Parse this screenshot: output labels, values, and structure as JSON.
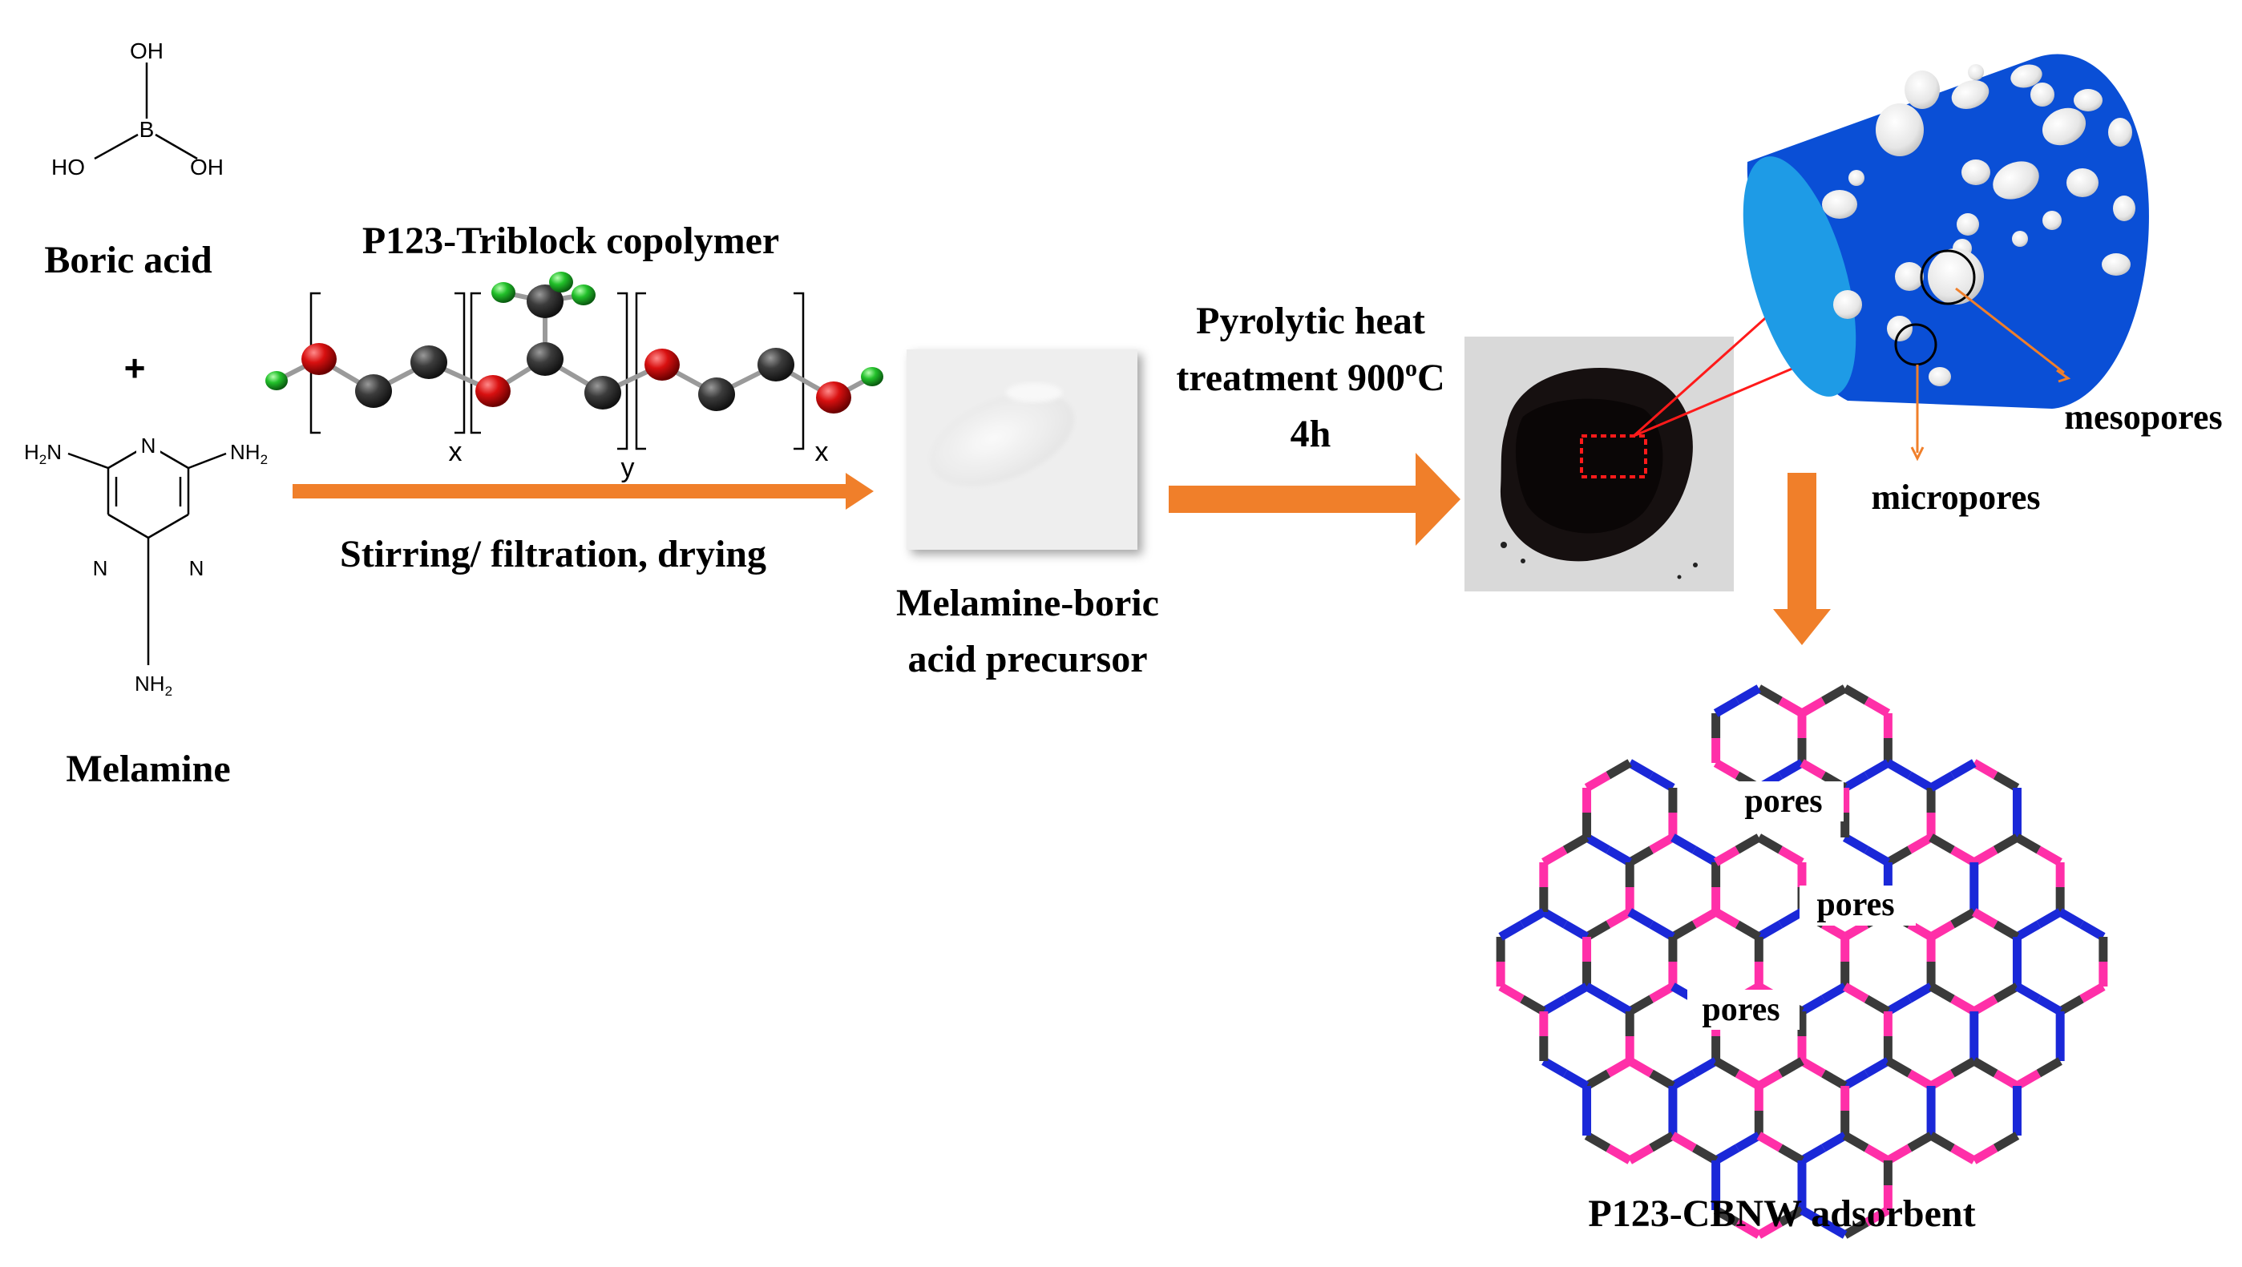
{
  "boric_acid": {
    "oh_top": "OH",
    "b": "B",
    "ho_left": "HO",
    "oh_right": "OH",
    "name": "Boric acid"
  },
  "plus": "+",
  "melamine": {
    "nh2_left_h": "H",
    "nh2_left_2": "2",
    "nh2_left_n": "N",
    "nh2_right": "NH",
    "nh2_right_sub": "2",
    "nh2_bottom": "NH",
    "nh2_bottom_sub": "2",
    "ring_n": "N",
    "name": "Melamine"
  },
  "copolymer": {
    "title": "P123-Triblock copolymer",
    "sub_x1": "x",
    "sub_y": "y",
    "sub_x2": "x"
  },
  "step1": {
    "label": "Stirring/ filtration, drying"
  },
  "precursor": {
    "line1": "Melamine-boric",
    "line2": "acid precursor"
  },
  "step2": {
    "line1": "Pyrolytic heat",
    "line2_prefix": "treatment 900",
    "line2_sup": "o",
    "line2_suffix": "C",
    "line3": "4h"
  },
  "pore_labels": {
    "mesopores": "mesopores",
    "micropores": "micropores"
  },
  "network": {
    "pores": [
      "pores",
      "pores",
      "pores"
    ]
  },
  "product": {
    "label": "P123-CBNW adsorbent"
  },
  "colors": {
    "arrow": "#f07f2a",
    "cylinder": "#0a4fd6",
    "cylinder_face": "#1e9be6",
    "bond_carbon": "#3a3a3a",
    "bond_boron": "#ff2fa8",
    "bond_nitrogen": "#1a28d8",
    "oxygen_atom": "#d01010",
    "hydrogen_atom": "#22c02a",
    "carbon_atom": "#333333",
    "zoom_line": "#ff1a1a"
  }
}
